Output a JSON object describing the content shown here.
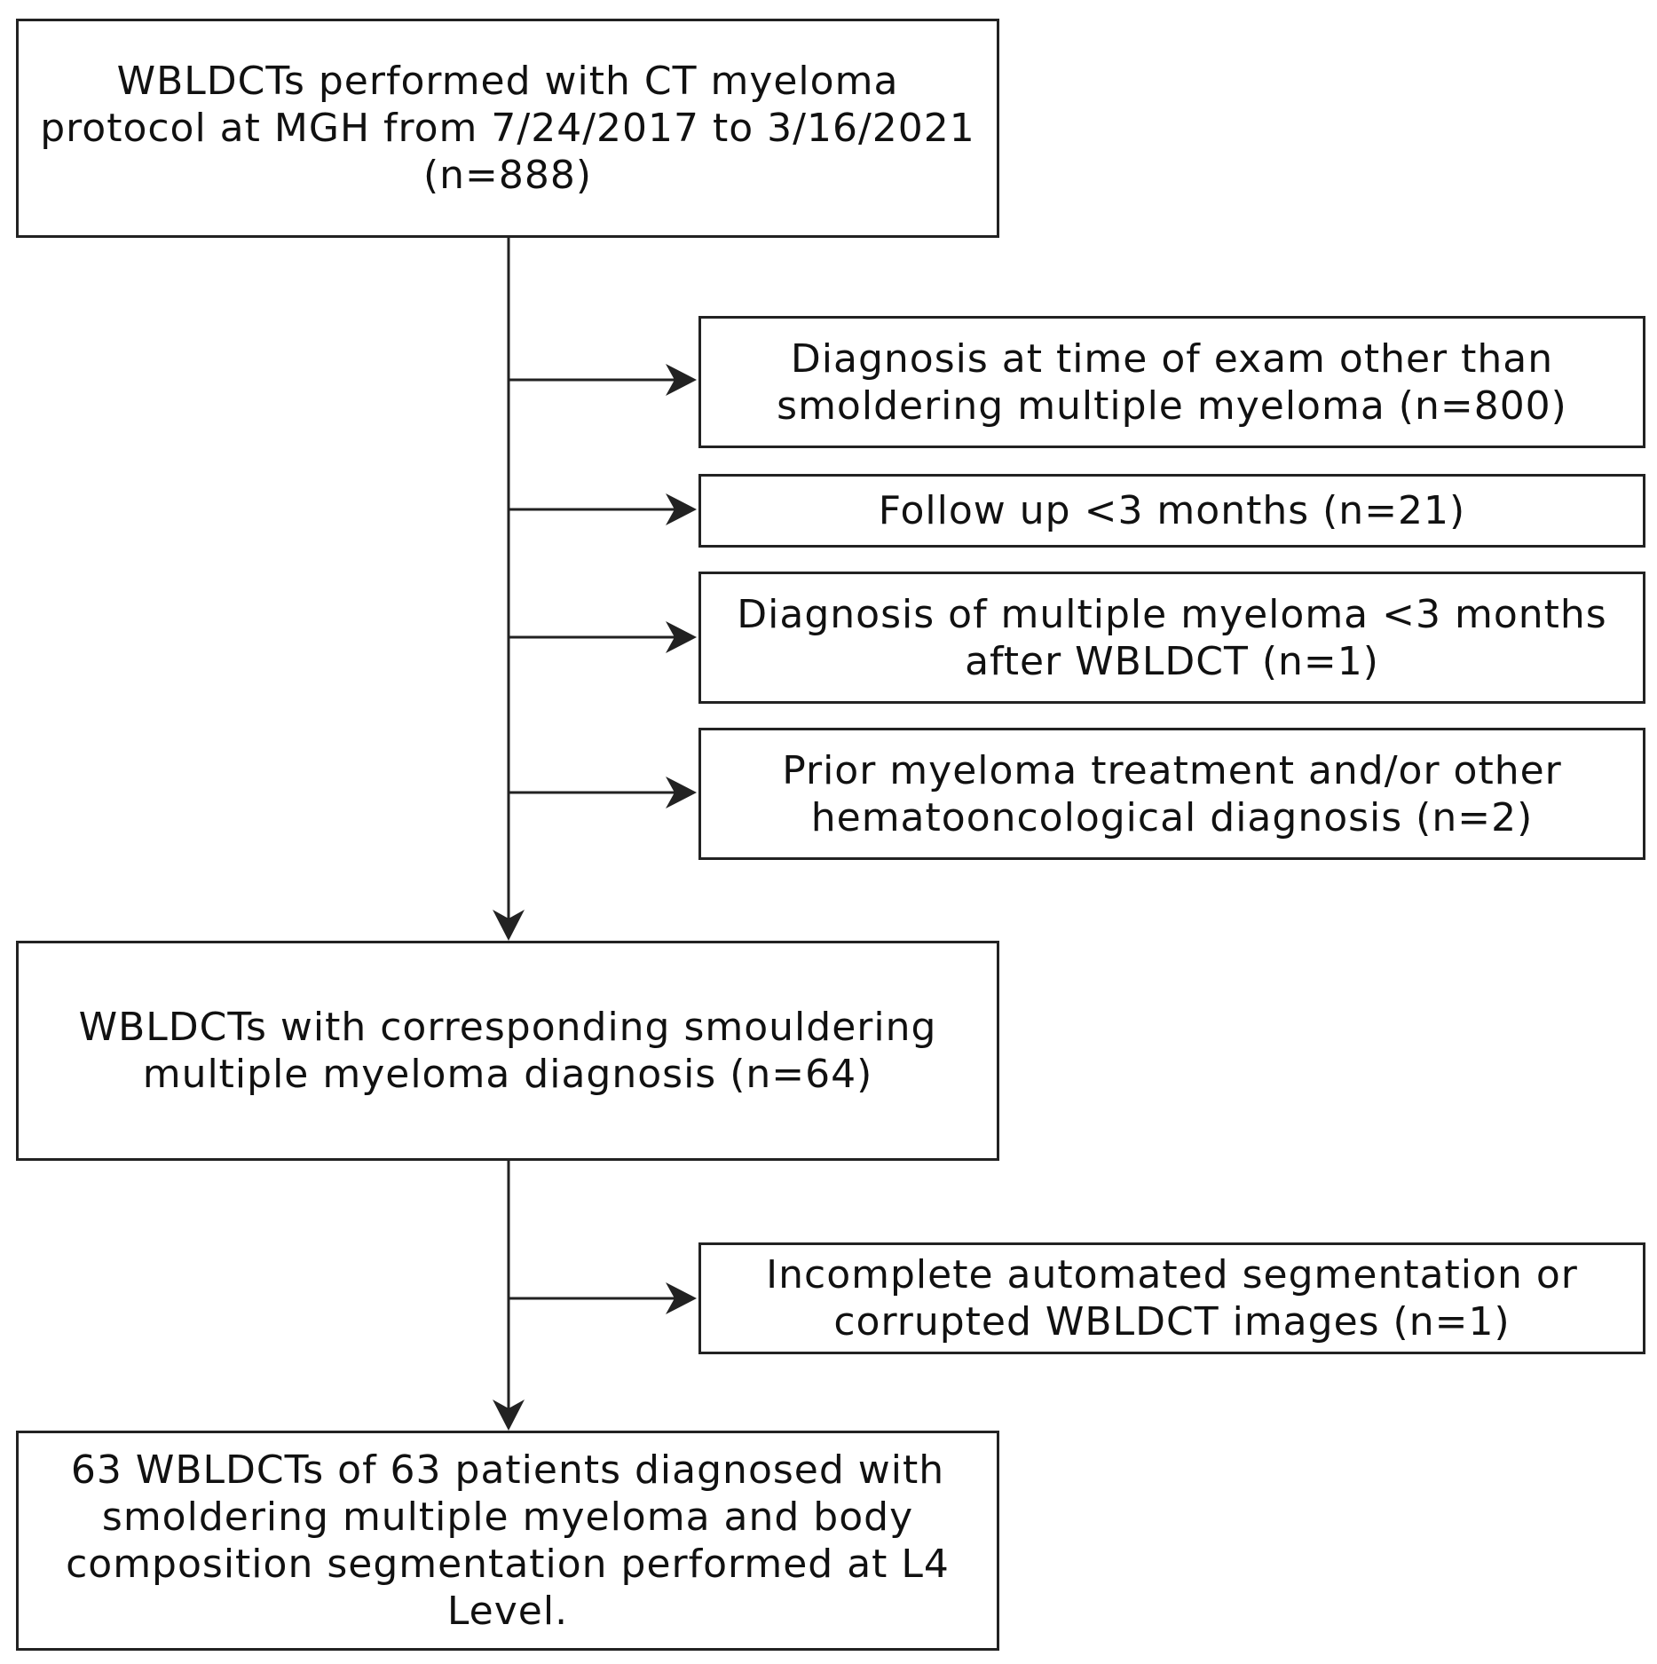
{
  "boxes": {
    "initial": {
      "lines": [
        "WBLDCTs performed with CT myeloma",
        "protocol at MGH from 7/24/2017 to 3/16/2021",
        "(n=888)"
      ]
    },
    "exclusion_1": {
      "lines": [
        "Diagnosis at time of exam other than",
        "smoldering multiple myeloma (n=800)"
      ]
    },
    "exclusion_2": {
      "lines": [
        "Follow up <3 months (n=21)"
      ]
    },
    "exclusion_3": {
      "lines": [
        "Diagnosis of multiple myeloma <3 months",
        "after WBLDCT (n=1)"
      ]
    },
    "exclusion_4": {
      "lines": [
        "Prior myeloma treatment and/or other",
        "hematooncological diagnosis (n=2)"
      ]
    },
    "intermediate": {
      "lines": [
        "WBLDCTs with corresponding smouldering",
        "multiple myeloma diagnosis (n=64)"
      ]
    },
    "exclusion_5": {
      "lines": [
        "Incomplete automated segmentation or",
        "corrupted WBLDCT images (n=1)"
      ]
    },
    "final": {
      "lines": [
        "63 WBLDCTs of 63 patients diagnosed with",
        "smoldering multiple myeloma and body",
        "composition segmentation performed at L4",
        "Level."
      ]
    }
  },
  "colors": {
    "stroke": "#222222",
    "text": "#111111",
    "background": "#ffffff"
  }
}
